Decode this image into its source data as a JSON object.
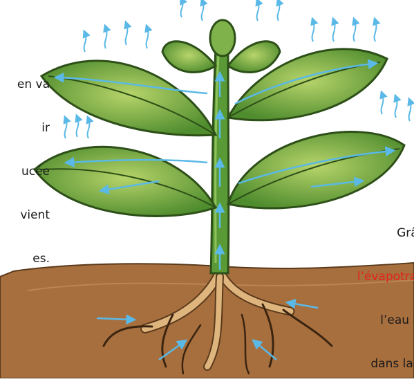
{
  "left_caption": {
    "lines": [
      "en va",
      "ir",
      "ucée",
      "vient",
      "es."
    ]
  },
  "right_caption": {
    "line1": "Grâc",
    "line2": "l’évapotran",
    "line3": "l’eau m",
    "line4": "dans la p"
  },
  "colors": {
    "accent_text": "#e2231a",
    "arrow": "#5ab9e6",
    "leaf": "#5c9a3a",
    "stem": "#4f8c2e",
    "soil": "#b07a48",
    "roots": "#d9b07a"
  }
}
